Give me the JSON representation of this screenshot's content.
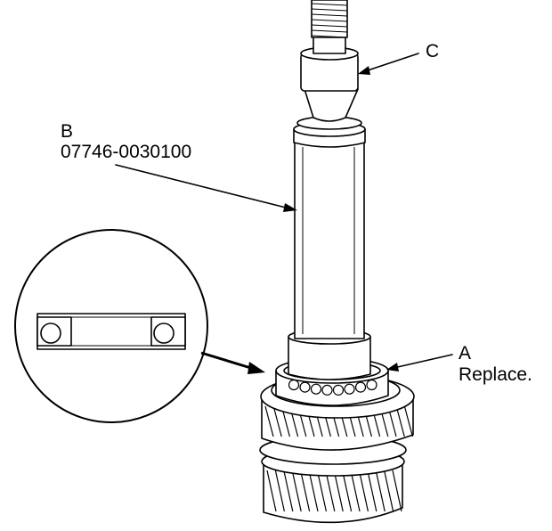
{
  "callouts": {
    "a": {
      "letter": "A",
      "note": "Replace."
    },
    "b": {
      "letter": "B",
      "part_number": "07746-0030100"
    },
    "c": {
      "letter": "C"
    }
  }
}
